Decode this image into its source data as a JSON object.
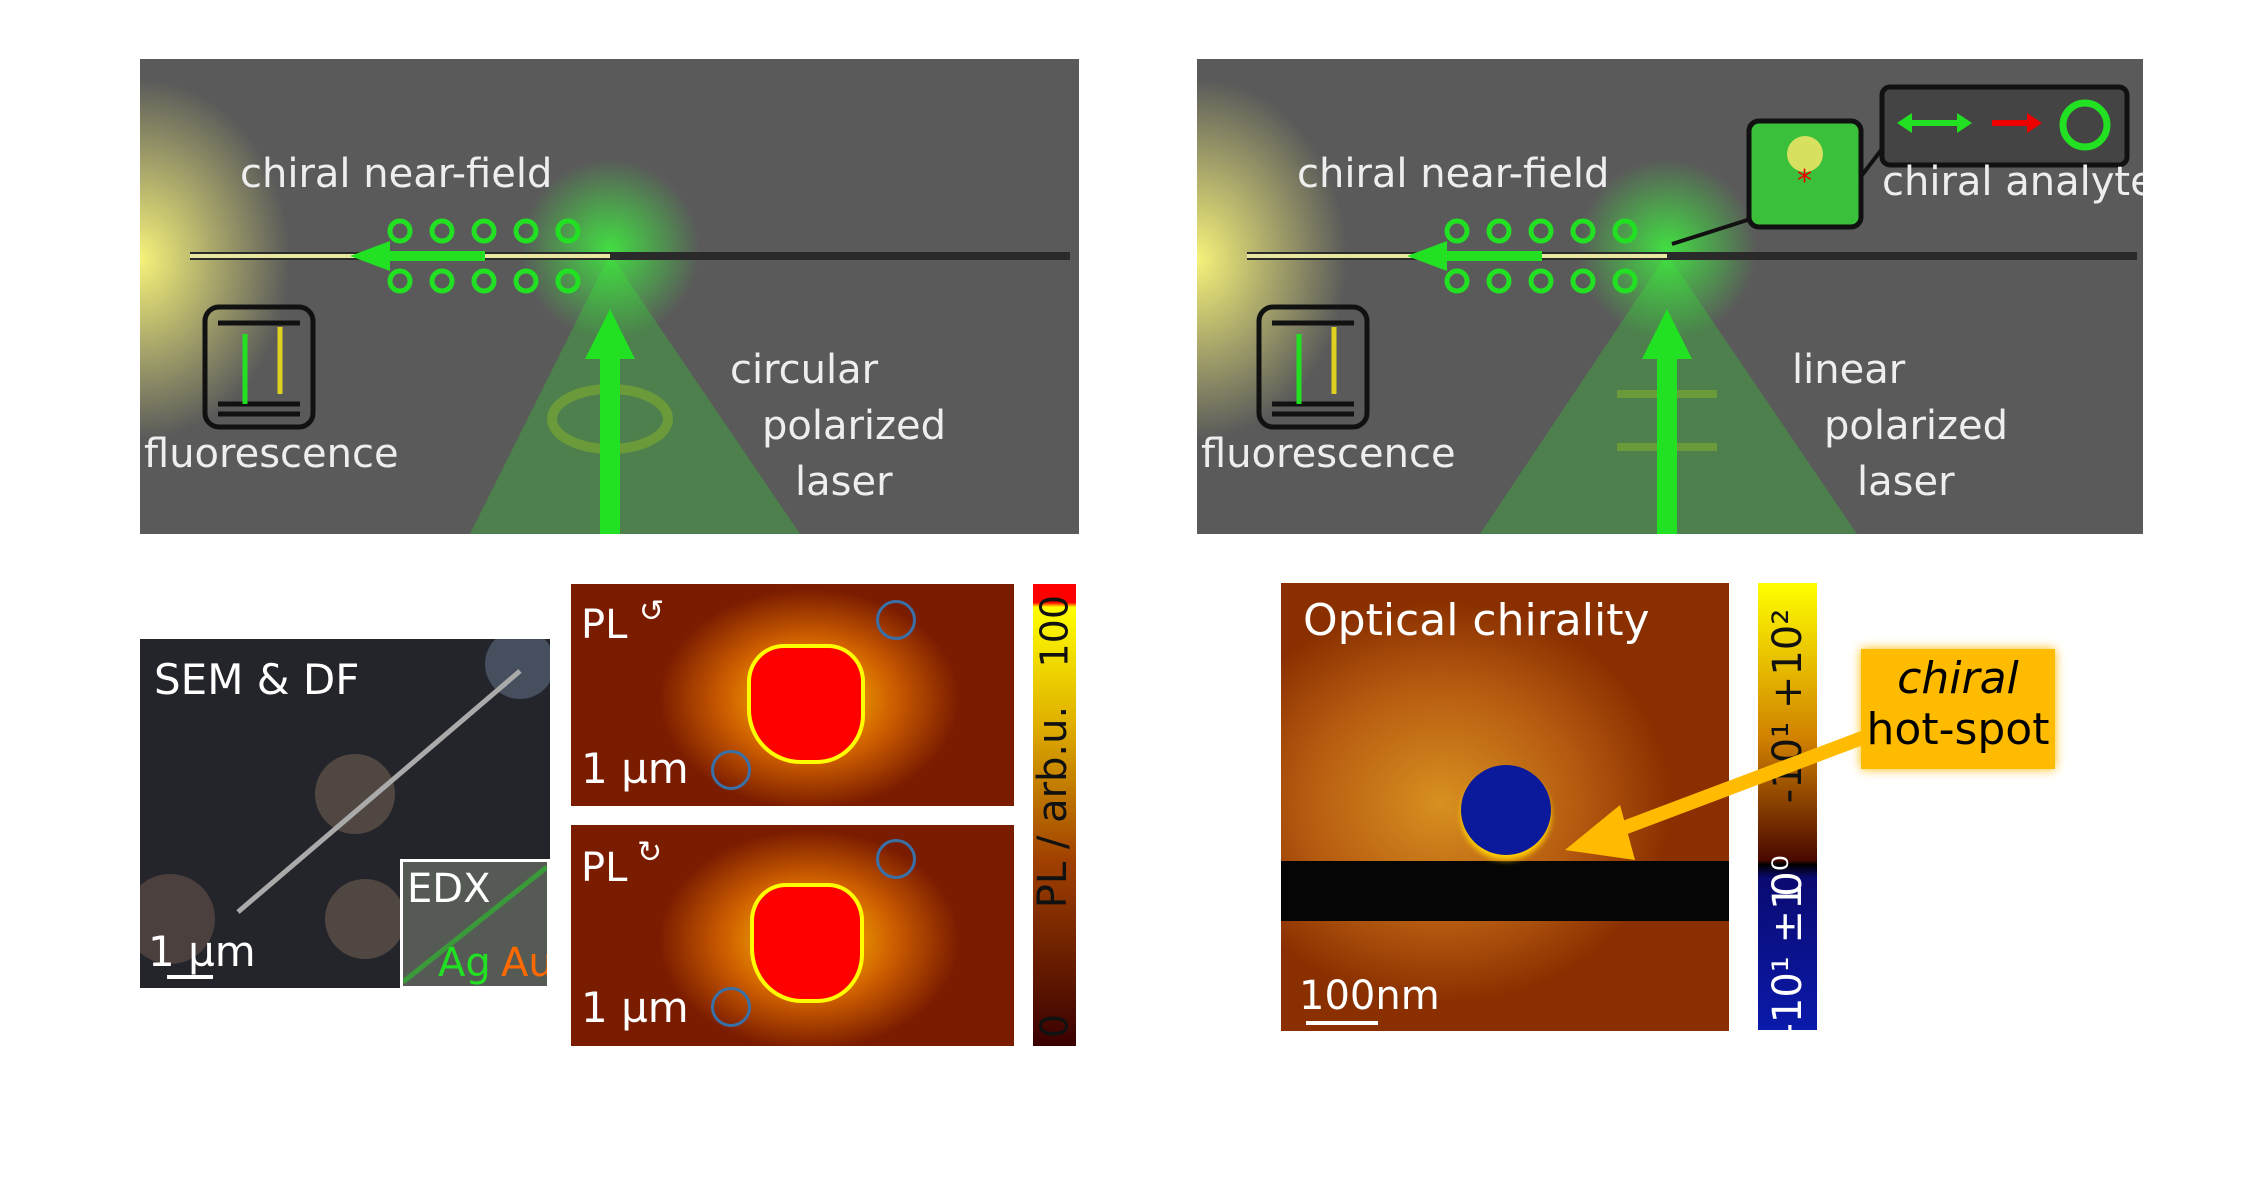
{
  "top_left": {
    "near_field": "chiral near-field",
    "fluorescence": "fluorescence",
    "laser": [
      "circular",
      "polarized",
      "laser"
    ]
  },
  "top_right": {
    "near_field": "chiral near-field",
    "fluorescence": "fluorescence",
    "laser": [
      "linear",
      "polarized",
      "laser"
    ],
    "analyte": "chiral analyte"
  },
  "sem": {
    "title": "SEM & DF",
    "scale": "1 µm",
    "edx": "EDX",
    "ag": "Ag",
    "au": "Au"
  },
  "pl_maps": [
    {
      "title": "PL",
      "scale": "1 µm"
    },
    {
      "title": "PL",
      "scale": "1 µm"
    }
  ],
  "pl_colorbar": {
    "label": "PL / arb.u.",
    "max": "100",
    "min": "0"
  },
  "chirality": {
    "title": "Optical chirality",
    "scale": "100nm",
    "cb_top": "-10¹ +10²",
    "cb_mid": "0⁰",
    "cb_bottom": "-10¹ ±1",
    "callout_1": "chiral",
    "callout_2": "hot-spot"
  },
  "colors": {
    "green": "#22e022",
    "yellow": "#f0e030",
    "orange": "#ffbb00",
    "blue": "#0a1a9a",
    "red": "#ff0000"
  }
}
